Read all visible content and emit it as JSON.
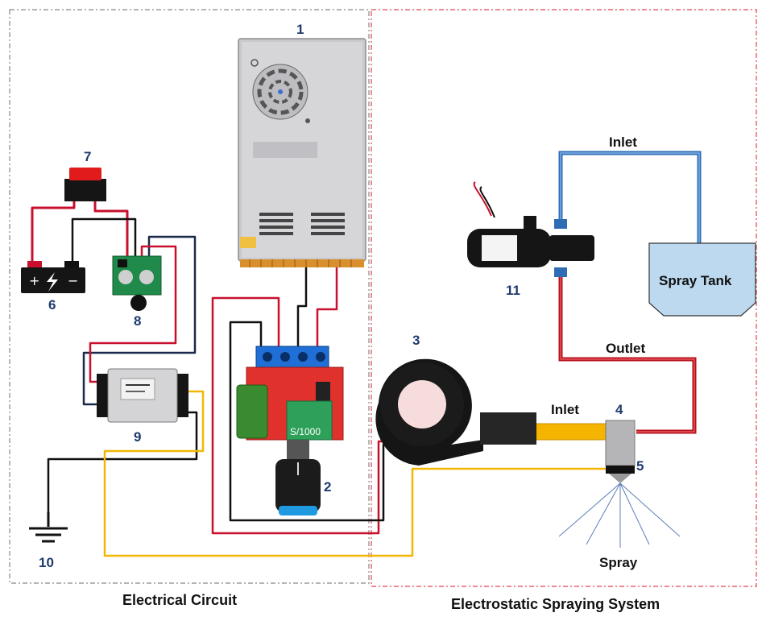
{
  "sections": {
    "left_caption": "Electrical Circuit",
    "right_caption": "Electrostatic Spraying System"
  },
  "component_numbers": {
    "n1": "1",
    "n2": "2",
    "n3": "3",
    "n4": "4",
    "n5": "5",
    "n6": "6",
    "n7": "7",
    "n8": "8",
    "n9": "9",
    "n10": "10",
    "n11": "11"
  },
  "labels": {
    "inlet_top": "Inlet",
    "spray_tank": "Spray Tank",
    "outlet": "Outlet",
    "inlet_nozzle": "Inlet",
    "spray": "Spray"
  },
  "device_text": {
    "controller_marking": "S/1000"
  },
  "colors": {
    "wire_red": "#c8102e",
    "wire_black": "#111111",
    "wire_navy": "#1b2a4a",
    "wire_yellow": "#f2b705",
    "pipe_blue": "#2e6db4",
    "pipe_red": "#b5121b",
    "tank_fill": "#bcd9f0",
    "left_border": "#888888",
    "right_border": "#e0434f"
  }
}
